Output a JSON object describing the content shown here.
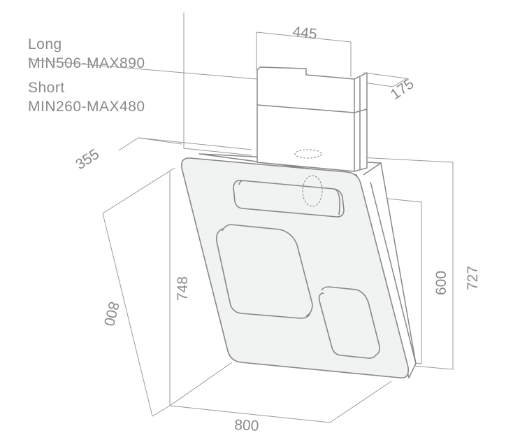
{
  "variants": [
    {
      "name": "Long",
      "range": "MIN506-MAX890"
    },
    {
      "name": "Short",
      "range": "MIN260-MAX480"
    }
  ],
  "dimensions": {
    "chimney_width": "445",
    "chimney_depth": "175",
    "hood_depth": "355",
    "panel_height_slant": "748",
    "side_length": "800",
    "total_height": "727",
    "panel_vertical": "600",
    "width": "800"
  },
  "colors": {
    "line": "#8c8c8c",
    "panel": "#f1f2f2",
    "text": "#8a8a8a"
  }
}
